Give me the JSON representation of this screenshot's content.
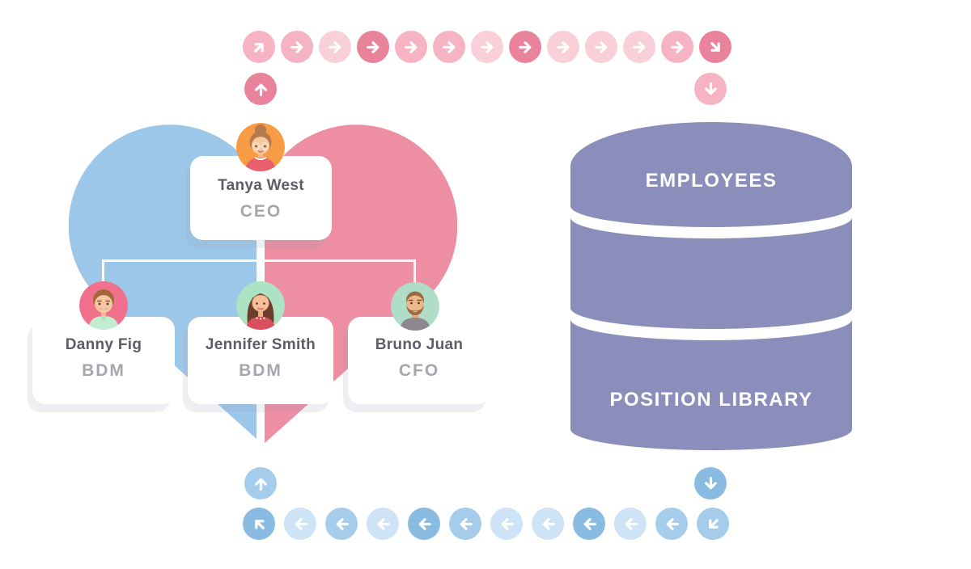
{
  "heart": {
    "left_color": "#9CC7E9",
    "right_color": "#EE8EA3",
    "connector_color": "#FFFFFF"
  },
  "org_chart": {
    "people": [
      {
        "name": "Tanya West",
        "title": "CEO",
        "avatar": "woman-bun-glasses-icon",
        "avatar_bg": "#F79B45"
      },
      {
        "name": "Danny Fig",
        "title": "BDM",
        "avatar": "man-smile-icon",
        "avatar_bg": "#F1708C"
      },
      {
        "name": "Jennifer Smith",
        "title": "BDM",
        "avatar": "woman-long-hair-icon",
        "avatar_bg": "#ABE3C3"
      },
      {
        "name": "Bruno Juan",
        "title": "CFO",
        "avatar": "man-beard-icon",
        "avatar_bg": "#B0DDC8"
      }
    ]
  },
  "database": {
    "color": "#8B8DBB",
    "segments": [
      {
        "label": "EMPLOYEES"
      },
      {
        "label": ""
      },
      {
        "label": "POSITION LIBRARY"
      }
    ]
  },
  "flows": {
    "top": {
      "name": "org-to-database-flow",
      "palette": {
        "light": "#F9D0DA",
        "med": "#F5B3C4",
        "dark": "#E9829B"
      },
      "arrows": [
        {
          "icon": "arrow-up-right",
          "tone": "med"
        },
        {
          "icon": "arrow-right",
          "tone": "med"
        },
        {
          "icon": "arrow-right",
          "tone": "light"
        },
        {
          "icon": "arrow-right",
          "tone": "dark"
        },
        {
          "icon": "arrow-right",
          "tone": "med"
        },
        {
          "icon": "arrow-right",
          "tone": "med"
        },
        {
          "icon": "arrow-right",
          "tone": "light"
        },
        {
          "icon": "arrow-right",
          "tone": "dark"
        },
        {
          "icon": "arrow-right",
          "tone": "light"
        },
        {
          "icon": "arrow-right",
          "tone": "light"
        },
        {
          "icon": "arrow-right",
          "tone": "light"
        },
        {
          "icon": "arrow-right",
          "tone": "med"
        },
        {
          "icon": "arrow-down-right",
          "tone": "dark"
        }
      ],
      "caps": [
        {
          "icon": "arrow-up",
          "tone": "dark",
          "pos": "start"
        },
        {
          "icon": "arrow-down",
          "tone": "med",
          "pos": "end"
        }
      ]
    },
    "bottom": {
      "name": "database-to-org-flow",
      "palette": {
        "light": "#CEE3F5",
        "med": "#A6CCEB",
        "dark": "#89BAE2"
      },
      "arrows": [
        {
          "icon": "arrow-up-left",
          "tone": "dark"
        },
        {
          "icon": "arrow-left",
          "tone": "light"
        },
        {
          "icon": "arrow-left",
          "tone": "med"
        },
        {
          "icon": "arrow-left",
          "tone": "light"
        },
        {
          "icon": "arrow-left",
          "tone": "dark"
        },
        {
          "icon": "arrow-left",
          "tone": "med"
        },
        {
          "icon": "arrow-left",
          "tone": "light"
        },
        {
          "icon": "arrow-left",
          "tone": "light"
        },
        {
          "icon": "arrow-left",
          "tone": "dark"
        },
        {
          "icon": "arrow-left",
          "tone": "light"
        },
        {
          "icon": "arrow-left",
          "tone": "med"
        },
        {
          "icon": "arrow-down-left",
          "tone": "med"
        }
      ],
      "caps": [
        {
          "icon": "arrow-up",
          "tone": "med",
          "pos": "start"
        },
        {
          "icon": "arrow-down",
          "tone": "dark",
          "pos": "end"
        }
      ]
    }
  }
}
